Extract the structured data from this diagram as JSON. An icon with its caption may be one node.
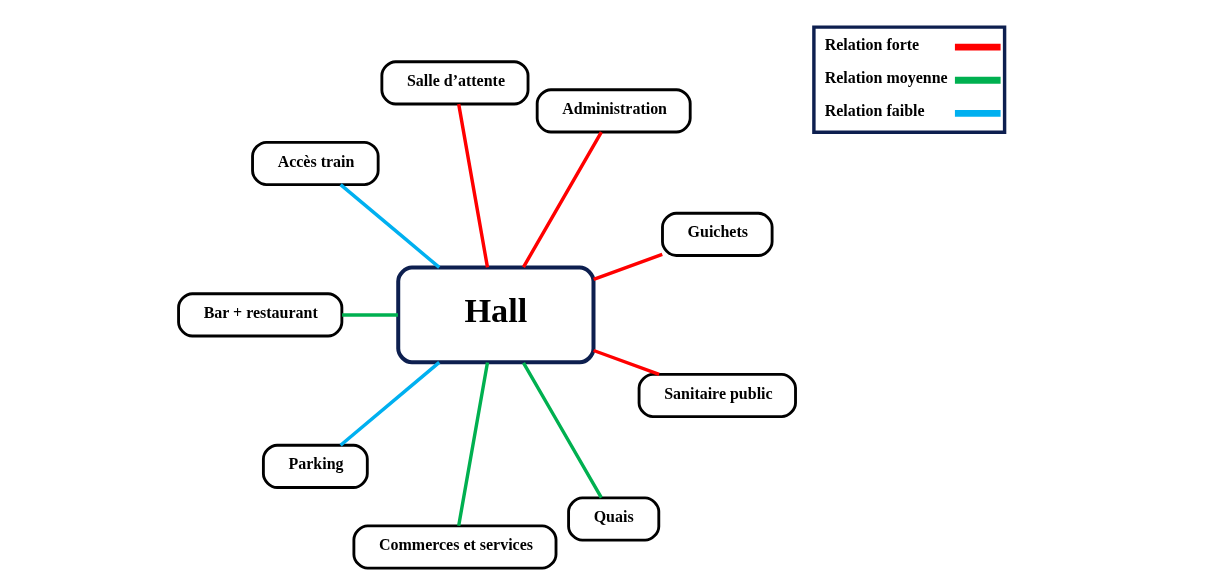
{
  "diagram": {
    "nodes": [
      {
        "text": [
          "Guichets"
        ]
      },
      {
        "text": [
          "Administration"
        ]
      },
      {
        "text": [
          "Salle d’attente"
        ]
      },
      {
        "text": [
          "Accès train"
        ]
      },
      {
        "text": [
          "Hall"
        ]
      },
      {
        "text": [
          "Bar + restaurant"
        ]
      },
      {
        "text": [
          "Parking"
        ]
      },
      {
        "text": [
          "Commerces et services"
        ]
      },
      {
        "text": [
          "Quais"
        ]
      },
      {
        "text": [
          "Sanitaire public"
        ]
      }
    ],
    "edges": [
      {
        "from": 4,
        "to": 0,
        "arrow": "none",
        "color": "#ff0000"
      },
      {
        "from": 4,
        "to": 1,
        "arrow": "none",
        "color": "#ff0000"
      },
      {
        "from": 4,
        "to": 2,
        "arrow": "none",
        "color": "#ff0000"
      },
      {
        "from": 4,
        "to": 3,
        "arrow": "none",
        "color": "#00b0f0"
      },
      {
        "from": 4,
        "to": 5,
        "arrow": "none",
        "color": "#00b050"
      },
      {
        "from": 4,
        "to": 6,
        "arrow": "none",
        "color": "#00b0f0"
      },
      {
        "from": 4,
        "to": 7,
        "arrow": "none",
        "color": "#00b050"
      },
      {
        "from": 4,
        "to": 8,
        "arrow": "none",
        "color": "#00b050"
      },
      {
        "from": 4,
        "to": 9,
        "arrow": "none",
        "color": "#ff0000"
      }
    ],
    "legend": [
      {
        "text": "Relation forte",
        "color": "#ff0000"
      },
      {
        "text": "Relation moyenne",
        "color": "#00b050"
      },
      {
        "text": "Relation faible",
        "color": "#00b0f0"
      }
    ]
  }
}
